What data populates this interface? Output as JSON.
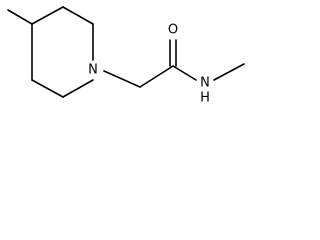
{
  "molecule": {
    "atoms": {
      "ring_nitrogen": "N",
      "carbonyl_oxygen": "O",
      "amide_nitrogen": "N",
      "amide_hydrogen": "H"
    },
    "colors": {
      "bond": "#000000",
      "label": "#000000",
      "background": "#ffffff"
    }
  }
}
